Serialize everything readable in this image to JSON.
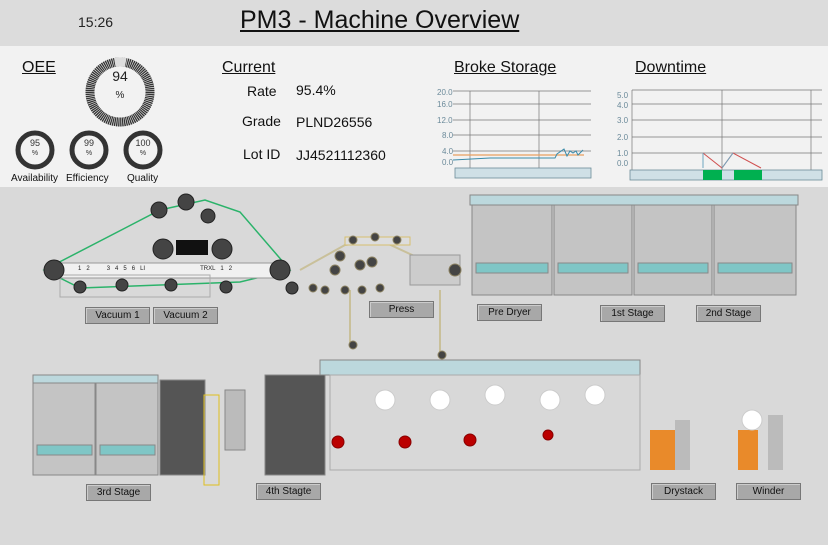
{
  "header": {
    "time": "15:26",
    "title": "PM3 - Machine Overview"
  },
  "oee": {
    "title": "OEE",
    "value": "94",
    "unit": "%",
    "gauges": [
      {
        "label": "Availability",
        "value": "95",
        "unit": "%"
      },
      {
        "label": "Efficiency",
        "value": "99",
        "unit": "%"
      },
      {
        "label": "Quality",
        "value": "100",
        "unit": "%"
      }
    ]
  },
  "current": {
    "title": "Current",
    "rows": [
      {
        "label": "Rate",
        "value": "95.4%"
      },
      {
        "label": "Grade",
        "value": "PLND26556"
      },
      {
        "label": "Lot ID",
        "value": "JJ4521112360"
      }
    ]
  },
  "broke": {
    "title": "Broke Storage",
    "ticks": [
      "20.0",
      "16.0",
      "12.0",
      "8.0",
      "4.0",
      "0.0"
    ]
  },
  "downtime": {
    "title": "Downtime",
    "ticks": [
      "5.0",
      "4.0",
      "3.0",
      "2.0",
      "1.0",
      "0.0"
    ]
  },
  "machine": {
    "roll_labels": [
      "1",
      "2",
      "3",
      "4",
      "5",
      "6",
      "LI",
      "TRXL",
      "1",
      "2"
    ],
    "buttons": {
      "vacuum1": "Vacuum 1",
      "vacuum2": "Vacuum 2",
      "press": "Press",
      "predryer": "Pre Dryer",
      "stage1": "1st Stage",
      "stage2": "2nd Stage",
      "stage3": "3rd Stage",
      "stage4": "4th Stagte",
      "drystack": "Drystack",
      "winder": "Winder"
    }
  },
  "colors": {
    "belt": "#2bb36a",
    "downtime_active": "#00b050",
    "broke_limit": "#e8a060",
    "trend": "#3a8aa8"
  }
}
